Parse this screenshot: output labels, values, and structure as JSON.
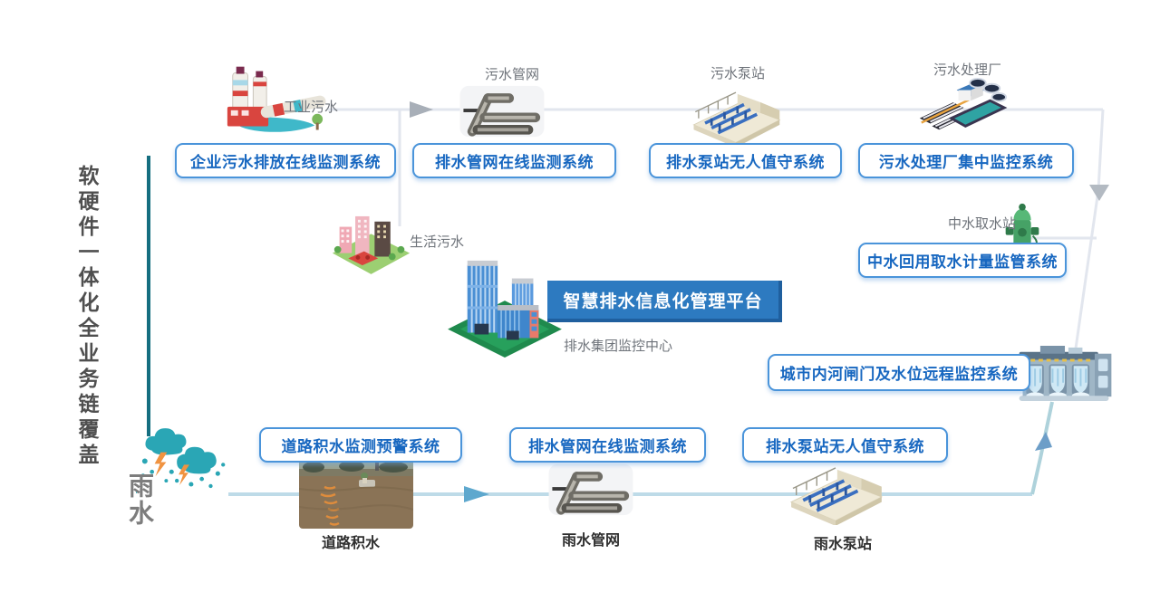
{
  "sidebar": {
    "vertical_text": "软硬件一体化全业务链覆盖"
  },
  "platform": {
    "title": "智慧排水信息化管理平台",
    "center_label": "排水集团监控中心"
  },
  "sewage": {
    "industrial_label": "工业污水",
    "domestic_label": "生活污水",
    "pipe_label": "污水管网",
    "pump_label": "污水泵站",
    "plant_label": "污水处理厂",
    "reclaimed_label": "中水取水站",
    "btn_enterprise": "企业污水排放在线监测系统",
    "btn_pipe": "排水管网在线监测系统",
    "btn_pump": "排水泵站无人值守系统",
    "btn_plant": "污水处理厂集中监控系统",
    "btn_reclaimed": "中水回用取水计量监管系统",
    "btn_gate": "城市内河闸门及水位远程监控系统"
  },
  "rain": {
    "source_label": "雨水",
    "flood_label": "道路积水",
    "pipe_label": "雨水管网",
    "pump_label": "雨水泵站",
    "btn_flood": "道路积水监测预警系统",
    "btn_pipe": "排水管网在线监测系统",
    "btn_pump": "排水泵站无人值守系统"
  },
  "colors": {
    "button_border": "#4a94da",
    "button_text": "#1767c0",
    "platform_bg": "#2d7ac0",
    "sidebar_line": "#156e80",
    "sewage_line": "#e2e6ee",
    "rain_line": "#bedbe8"
  }
}
